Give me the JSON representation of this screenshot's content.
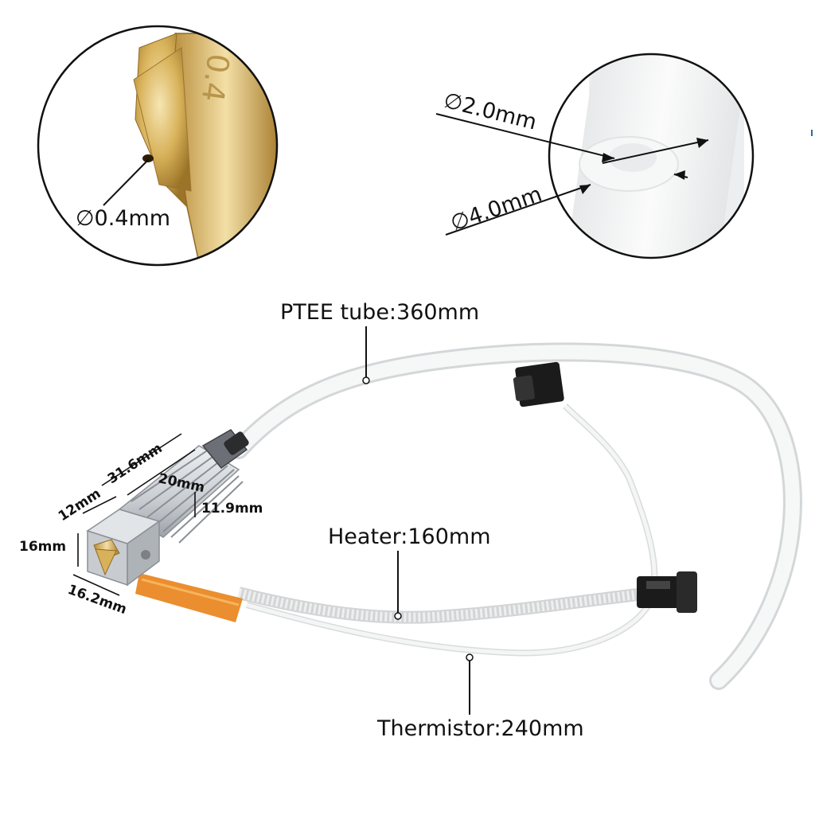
{
  "nozzle": {
    "engraving": "0.4",
    "diameter_label": "∅0.4mm"
  },
  "tube_detail": {
    "inner_label": "∅2.0mm",
    "outer_label": "∅4.0mm"
  },
  "callouts": {
    "ptfe_tube": "PTEE tube:360mm",
    "heater": "Heater:160mm",
    "thermistor": "Thermistor:240mm"
  },
  "hotend_dims": {
    "length": "31.6mm",
    "fin_width": "20mm",
    "fin_height": "11.9mm",
    "block_depth": "12mm",
    "block_height": "16mm",
    "block_width": "16.2mm"
  },
  "colors": {
    "brass": "#d8b25a",
    "aluminum": "#cfd3d8",
    "kapton": "#e8841e",
    "ptfe": "#f3f4f4",
    "connector": "#1b1b1b"
  }
}
